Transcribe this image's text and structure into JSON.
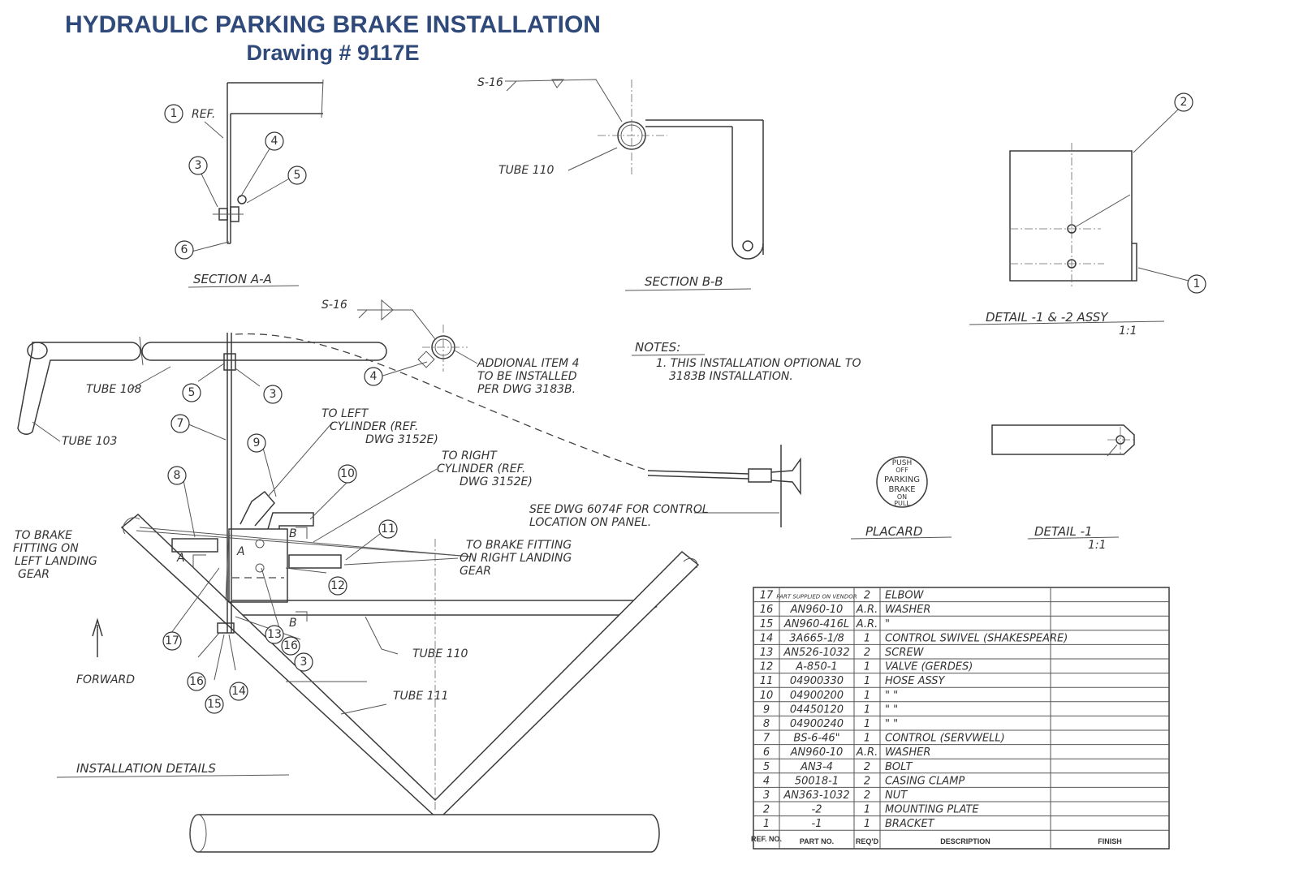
{
  "header": {
    "title": "HYDRAULIC PARKING BRAKE INSTALLATION",
    "subtitle": "Drawing # 9117E"
  },
  "section_aa": {
    "title": "SECTION A-A",
    "ref": "REF.",
    "balloons": [
      "1",
      "3",
      "4",
      "5",
      "6"
    ]
  },
  "section_bb": {
    "title": "SECTION B-B",
    "weld": "S-16",
    "tube": "TUBE 110"
  },
  "detail_assy": {
    "title": "DETAIL -1 & -2 ASSY",
    "scale": "1:1",
    "balloons": [
      "2",
      "1"
    ]
  },
  "detail_1": {
    "title": "DETAIL -1",
    "scale": "1:1"
  },
  "placard": {
    "title": "PLACARD",
    "lines": [
      "PUSH",
      "OFF",
      "PARKING",
      "BRAKE",
      "ON",
      "PULL"
    ]
  },
  "notes": {
    "title": "NOTES:",
    "line1": "1. THIS INSTALLATION OPTIONAL TO",
    "line2": "3183B INSTALLATION."
  },
  "installation": {
    "title": "INSTALLATION DETAILS",
    "weld": "S-16",
    "tube_108": "TUBE 108",
    "tube_103": "TUBE 103",
    "tube_110": "TUBE 110",
    "tube_111": "TUBE 111",
    "forward": "FORWARD",
    "additional_1": "ADDIONAL ITEM 4",
    "additional_2": "TO BE INSTALLED",
    "additional_3": "PER DWG 3183B.",
    "left_cyl_1": "TO LEFT",
    "left_cyl_2": "CYLINDER (REF.",
    "left_cyl_3": "DWG 3152E)",
    "right_cyl_1": "TO RIGHT",
    "right_cyl_2": "CYLINDER (REF.",
    "right_cyl_3": "DWG 3152E)",
    "left_gear_1": "TO BRAKE",
    "left_gear_2": "FITTING ON",
    "left_gear_3": "LEFT LANDING",
    "left_gear_4": "GEAR",
    "right_gear_1": "TO BRAKE FITTING",
    "right_gear_2": "ON RIGHT LANDING",
    "right_gear_3": "GEAR",
    "control_1": "SEE DWG 6074F FOR CONTROL",
    "control_2": "LOCATION ON PANEL.",
    "view_a": "A",
    "view_b": "B",
    "balloons": [
      "3",
      "4",
      "5",
      "7",
      "8",
      "9",
      "10",
      "11",
      "12",
      "13",
      "14",
      "15",
      "16",
      "16",
      "17",
      "3"
    ]
  },
  "parts_table": {
    "headers": [
      "REF. NO.",
      "PART NO.",
      "REQ'D",
      "DESCRIPTION",
      "FINISH"
    ],
    "rows": [
      {
        "ref": "17",
        "part": "PART SUPPLIED ON VENDOR",
        "qty": "2",
        "desc": "ELBOW",
        "finish": ""
      },
      {
        "ref": "16",
        "part": "AN960-10",
        "qty": "A.R.",
        "desc": "WASHER",
        "finish": ""
      },
      {
        "ref": "15",
        "part": "AN960-416L",
        "qty": "A.R.",
        "desc": "\"",
        "finish": ""
      },
      {
        "ref": "14",
        "part": "3A665-1/8",
        "qty": "1",
        "desc": "CONTROL SWIVEL (SHAKESPEARE)",
        "finish": ""
      },
      {
        "ref": "13",
        "part": "AN526-1032",
        "qty": "2",
        "desc": "SCREW",
        "finish": ""
      },
      {
        "ref": "12",
        "part": "A-850-1",
        "qty": "1",
        "desc": "VALVE     (GERDES)",
        "finish": ""
      },
      {
        "ref": "11",
        "part": "04900330",
        "qty": "1",
        "desc": "HOSE ASSY",
        "finish": ""
      },
      {
        "ref": "10",
        "part": "04900200",
        "qty": "1",
        "desc": "\"     \"",
        "finish": ""
      },
      {
        "ref": "9",
        "part": "04450120",
        "qty": "1",
        "desc": "\"     \"",
        "finish": ""
      },
      {
        "ref": "8",
        "part": "04900240",
        "qty": "1",
        "desc": "\"     \"",
        "finish": ""
      },
      {
        "ref": "7",
        "part": "BS-6-46\"",
        "qty": "1",
        "desc": "CONTROL   (SERVWELL)",
        "finish": ""
      },
      {
        "ref": "6",
        "part": "AN960-10",
        "qty": "A.R.",
        "desc": "WASHER",
        "finish": ""
      },
      {
        "ref": "5",
        "part": "AN3-4",
        "qty": "2",
        "desc": "BOLT",
        "finish": ""
      },
      {
        "ref": "4",
        "part": "50018-1",
        "qty": "2",
        "desc": "CASING CLAMP",
        "finish": ""
      },
      {
        "ref": "3",
        "part": "AN363-1032",
        "qty": "2",
        "desc": "NUT",
        "finish": ""
      },
      {
        "ref": "2",
        "part": "-2",
        "qty": "1",
        "desc": "MOUNTING PLATE",
        "finish": ""
      },
      {
        "ref": "1",
        "part": "-1",
        "qty": "1",
        "desc": "BRACKET",
        "finish": ""
      }
    ]
  }
}
